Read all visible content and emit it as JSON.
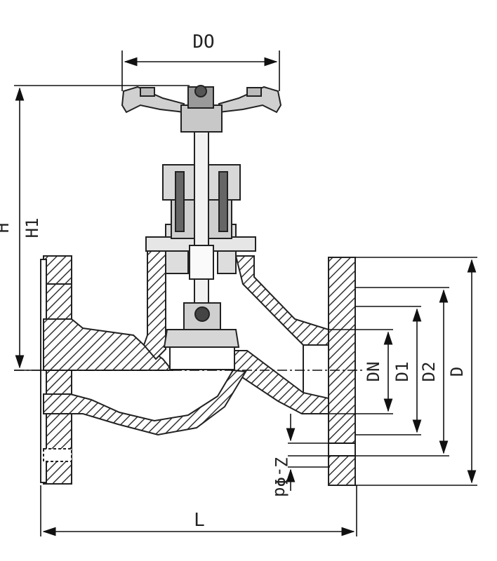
{
  "diagram": {
    "subject": "globe-valve-sectional-view",
    "dimensions": {
      "handwheel_diameter": "DO",
      "total_height": "H",
      "height_to_centerline": "H1",
      "nominal_diameter": "DN",
      "raised_face_diameter": "D1",
      "bolt_circle_diameter": "D2",
      "flange_outer_diameter": "D",
      "bolt_holes": "Z-Φd",
      "face_to_face_length": "L"
    }
  }
}
